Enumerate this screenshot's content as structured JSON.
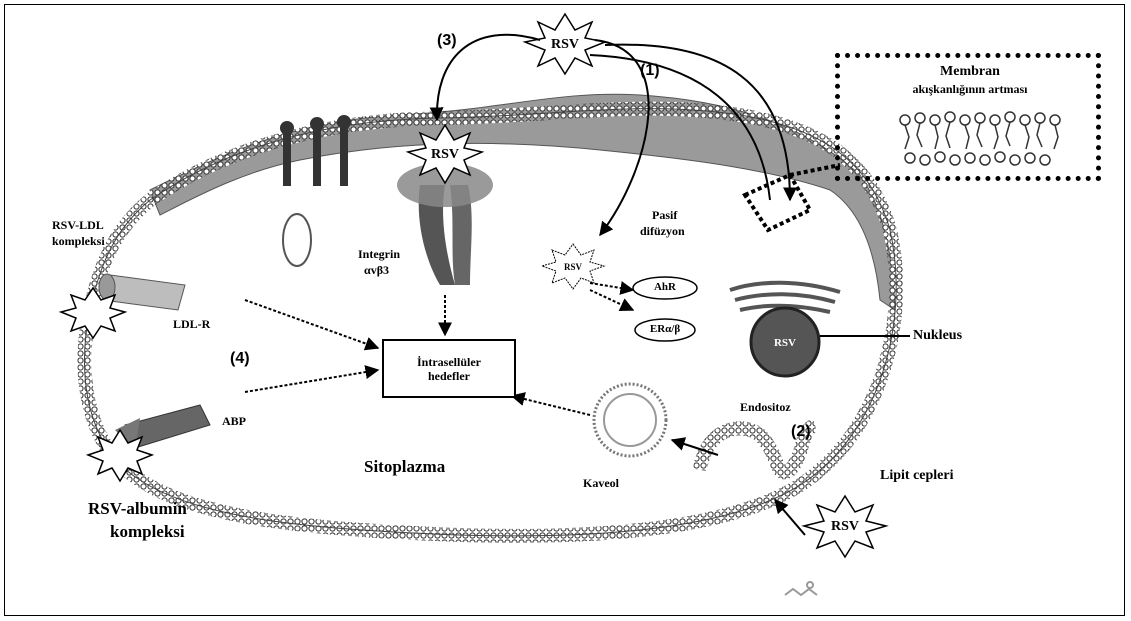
{
  "labels": {
    "membrane_line1": "Membran",
    "membrane_line2": "akışkanlığının artması",
    "step1": "(1)",
    "step2": "(2)",
    "step3": "(3)",
    "step4": "(4)",
    "rsv_ldl_line1": "RSV-LDL",
    "rsv_ldl_line2": "kompleksi",
    "ldl_r": "LDL-R",
    "abp": "ABP",
    "rsv_albumin_line1": "RSV-albumin",
    "rsv_albumin_line2": "kompleksi",
    "integrin_line1": "Integrin",
    "integrin_line2": "αvβ3",
    "passive_line1": "Pasif",
    "passive_line2": "difüzyon",
    "ahr": "AhR",
    "er": "ERα/β",
    "nucleus": "Nukleus",
    "endocytosis": "Endositoz",
    "target_line1": "İntrasellüler",
    "target_line2": "hedefler",
    "cytoplasm": "Sitoplazma",
    "caveole": "Kaveol",
    "lipid_rafts": "Lipit cepleri",
    "rsv": "RSV"
  }
}
